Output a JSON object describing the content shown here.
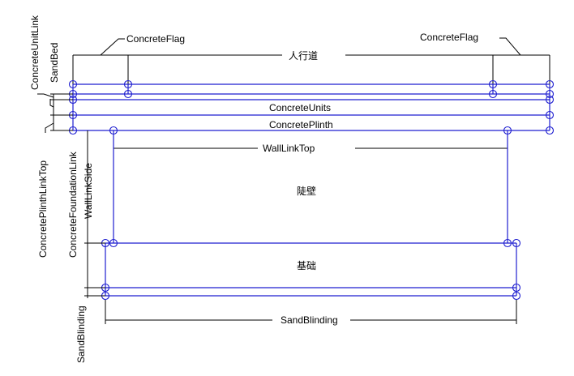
{
  "labels": {
    "concrete_flag_left": "ConcreteFlag",
    "concrete_flag_right": "ConcreteFlag",
    "sidewalk": "人行道",
    "concrete_units": "ConcreteUnits",
    "concrete_plinth": "ConcretePlinth",
    "wall_link_top": "WallLinkTop",
    "retaining_wall": "陡壁",
    "foundation": "基础",
    "sand_blinding_bottom": "SandBlinding",
    "concrete_unit_link": "ConcreteUnitLink",
    "sand_bed": "SandBed",
    "concrete_plinth_link_top": "ConcretePlinthLinkTop",
    "concrete_foundation_link": "ConcreteFoundationLink",
    "wall_link_side": "WallLinkSide",
    "sand_blinding_side": "SandBlinding"
  },
  "colors": {
    "structure": "#1f1fd0",
    "dimension": "#000000",
    "background": "#ffffff"
  }
}
